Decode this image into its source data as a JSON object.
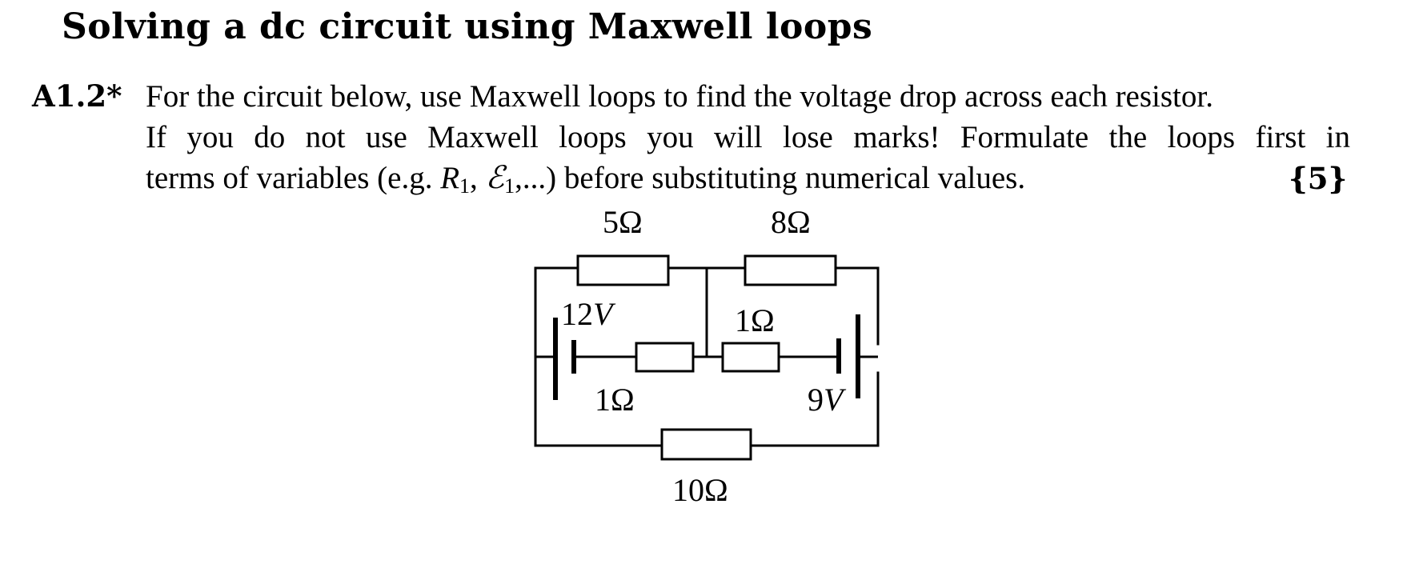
{
  "section": {
    "title": "Solving a dc circuit using Maxwell loops"
  },
  "problem": {
    "number": "A1.2*",
    "line1": "For the circuit below, use Maxwell loops to find the voltage drop across each resistor.",
    "line2": "If you do not use Maxwell loops you will lose marks!  Formulate the loops first in",
    "line3_before": "terms of variables (e.g. ",
    "var_r": "R",
    "var_r_sub": "1",
    "var_sep": ", ",
    "var_e": "ℰ",
    "var_e_sub": "1",
    "line3_after": ",...)  before substituting numerical values.",
    "marks": "{5}"
  },
  "circuit": {
    "labels": {
      "r_top_left": "5Ω",
      "r_top_right": "8Ω",
      "emf_left": "12",
      "emf_left_unit": "V",
      "r_mid_right": "1Ω",
      "r_mid_left": "1Ω",
      "emf_right": "9",
      "emf_right_unit": "V",
      "r_bottom": "10Ω"
    }
  }
}
